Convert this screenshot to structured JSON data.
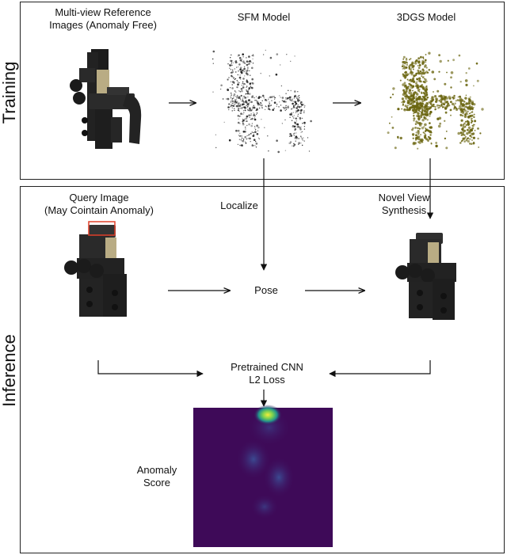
{
  "training_panel": {
    "side_label": "Training",
    "reference_images_label": "Multi-view Reference\nImages (Anomaly Free)",
    "sfm_label": "SFM Model",
    "gs_label": "3DGS Model"
  },
  "inference_panel": {
    "side_label": "Inference",
    "query_label": "Query Image\n(May Cointain Anomaly)",
    "localize_label": "Localize",
    "novel_view_label": "Novel View\nSynthesis",
    "pose_label": "Pose",
    "loss_label": "Pretrained CNN\nL2 Loss",
    "anomaly_score_label": "Anomaly\nScore"
  },
  "colors": {
    "heatmap_background": "#3e0a58",
    "heatmap_hotspot": "#f4ec3a",
    "gaussian_points": "#6b6611",
    "anomaly_box": "#e0402a"
  }
}
